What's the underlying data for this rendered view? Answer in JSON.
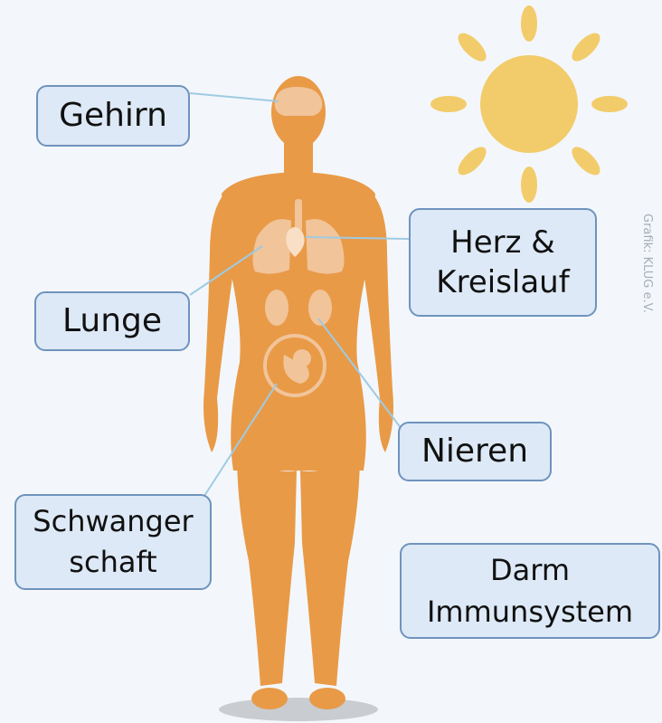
{
  "labels": {
    "gehirn": "Gehirn",
    "lunge": "Lunge",
    "herz_line1": "Herz &",
    "herz_line2": "Kreislauf",
    "nieren": "Nieren",
    "schwanger_line1": "Schwanger",
    "schwanger_line2": "schaft",
    "darm_line1": "Darm",
    "darm_line2": "Immunsystem"
  },
  "credit": "Grafik: KLUG e.V.",
  "colors": {
    "background": "#f3f7fb",
    "body": "#e99a47",
    "organ": "#f1c49a",
    "sun": "#f2cc6b",
    "box_fill": "#dde9f6",
    "box_border": "#6f93bd",
    "connector": "#9fcbe3"
  }
}
